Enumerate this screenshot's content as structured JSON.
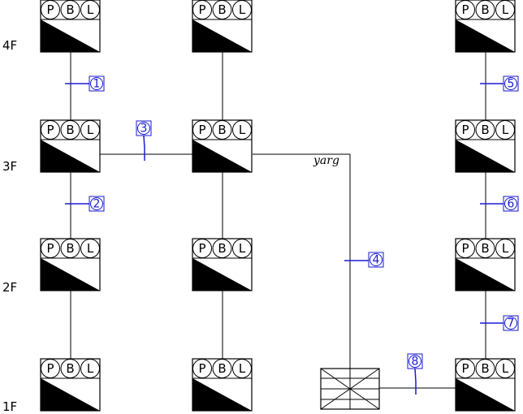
{
  "floors": [
    "4F",
    "3F",
    "2F",
    "1F"
  ],
  "unit_labels": [
    "P",
    "B",
    "L"
  ],
  "markers": [
    "1",
    "2",
    "3",
    "4",
    "5",
    "6",
    "7",
    "8"
  ],
  "signature": "yarg",
  "colors": {
    "line": "#000000",
    "marker": "#1a1ad4",
    "fill": "#000000"
  },
  "icons": {
    "panel": "pbl-panel-icon",
    "junction": "junction-box-icon"
  }
}
